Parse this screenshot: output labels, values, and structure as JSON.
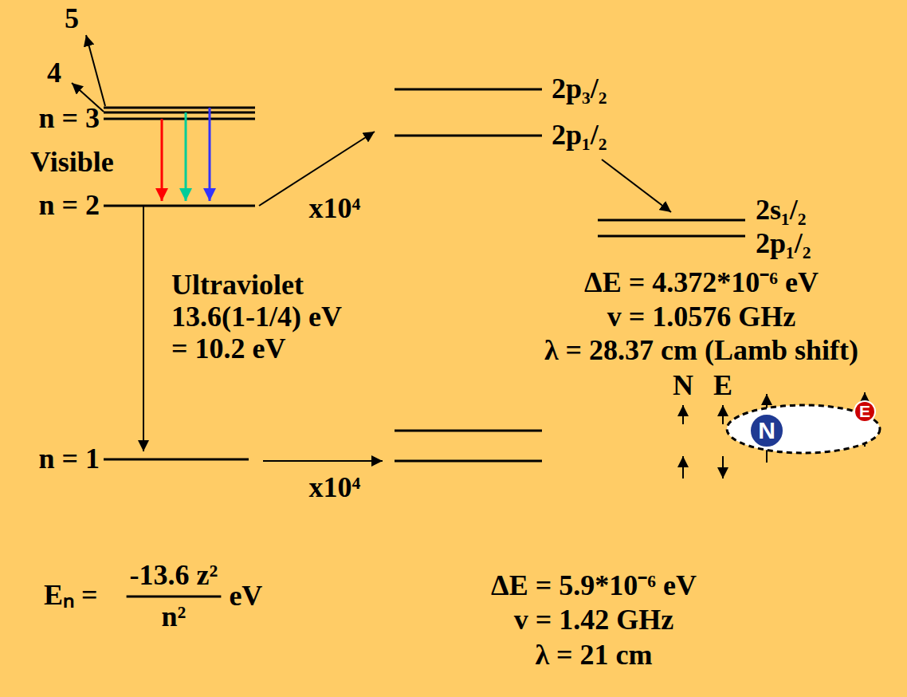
{
  "diagram": {
    "nodes": [
      {
        "text": [
          "N"
        ]
      },
      {
        "text": [
          "E"
        ]
      }
    ],
    "labels": [
      "5",
      "4",
      "n = 3",
      "Visible",
      "n = 2",
      "x10⁴",
      "2p₃/₂",
      "2p₁/₂",
      "2s₁/₂",
      "2p₁/₂",
      "Ultraviolet",
      "13.6(1-1/4) eV",
      "= 10.2 eV",
      "ΔE = 4.372*10⁻⁶ eV",
      "v = 1.0576 GHz",
      "λ = 28.37 cm (Lamb shift)",
      "N",
      "E",
      "n = 1",
      "x10⁴",
      "Eₙ =",
      "-13.6 z²",
      "n²",
      "eV",
      "ΔE = 5.9*10⁻⁶ eV",
      "v = 1.42 GHz",
      "λ = 21 cm"
    ]
  }
}
